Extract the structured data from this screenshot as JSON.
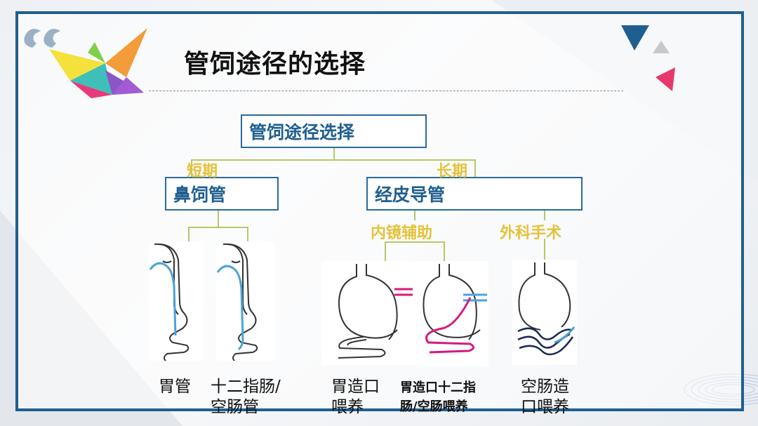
{
  "slide": {
    "title": "管饲途径的选择"
  },
  "diagram": {
    "root": "管饲途径选择",
    "branch_short_label": "短期",
    "branch_long_label": "长期",
    "node_nasal": "鼻饲管",
    "node_percutaneous": "经皮导管",
    "sub_endoscopic_label": "内镜辅助",
    "sub_surgical_label": "外科手术"
  },
  "captions": {
    "gastric_tube": "胃管",
    "duodenal_tube_l1": "十二指肠/",
    "duodenal_tube_l2": "空肠管",
    "gastrostomy_l1": "胃造口",
    "gastrostomy_l2": "喂养",
    "gastro_duod_l1": "胃造口十二指",
    "gastro_duod_l2": "肠/空肠喂养",
    "jejunostomy_l1": "空肠造",
    "jejunostomy_l2": "口喂养"
  },
  "colors": {
    "frame": "#1f5f8f",
    "box_text": "#1f5f8f",
    "branch_label": "#e4c23a",
    "connector": "#b6c965",
    "tube_blue": "#4aa3d8",
    "tube_pink": "#d6197f"
  }
}
